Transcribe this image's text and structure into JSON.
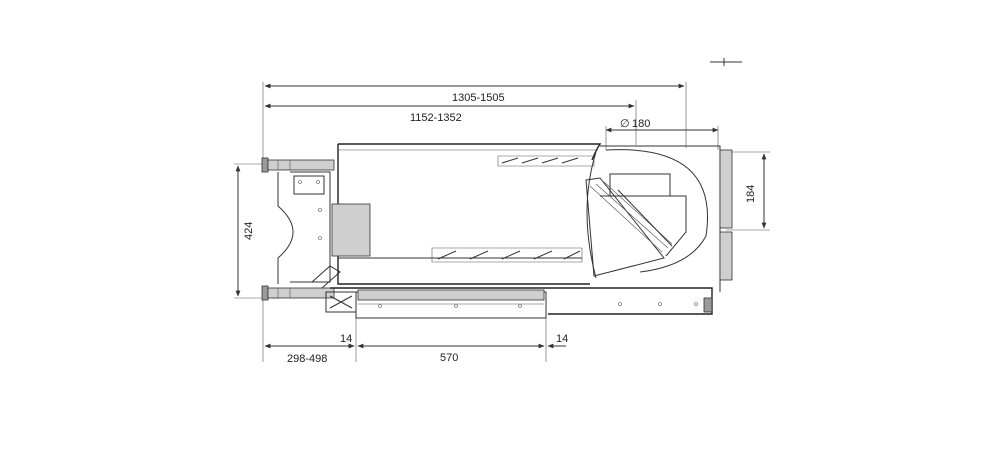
{
  "dimensions": {
    "overall_length": "1305-1505",
    "body_length": "1152-1352",
    "flue_diameter": "180",
    "flue_height": "184",
    "height": "424",
    "offset": "298-498",
    "left_clearance": "14",
    "window_width": "570",
    "right_clearance": "14"
  },
  "symbols": {
    "diameter": "∅"
  },
  "colors": {
    "line": "#333333",
    "fill_dark": "#9a9a9a",
    "fill_light": "#cfcfcf"
  }
}
